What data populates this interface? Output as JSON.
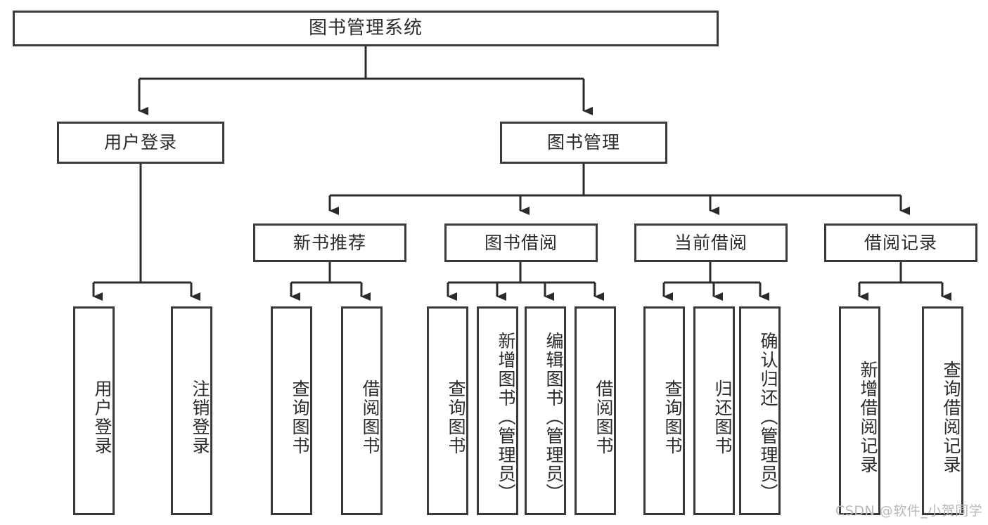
{
  "diagram": {
    "type": "tree",
    "title": "图书管理系统",
    "orientation": "top-down",
    "colors": {
      "box_border": "#3a3a3a",
      "box_fill": "#ffffff",
      "edge": "#2b2b2b",
      "text": "#2b2b2b",
      "watermark": "#b9b9b9",
      "background": "#ffffff"
    },
    "root": {
      "label": "图书管理系统"
    },
    "level2": [
      {
        "label": "用户登录"
      },
      {
        "label": "图书管理"
      }
    ],
    "level3": [
      {
        "label": "新书推荐"
      },
      {
        "label": "图书借阅"
      },
      {
        "label": "当前借阅"
      },
      {
        "label": "借阅记录"
      }
    ],
    "leaves": {
      "user_login": [
        {
          "label": "用户登录"
        },
        {
          "label": "注销登录"
        }
      ],
      "new_book_recommend": [
        {
          "label": "查询图书"
        },
        {
          "label": "借阅图书"
        }
      ],
      "book_borrow": [
        {
          "label": "查询图书"
        },
        {
          "label": "新增图书（管理员）"
        },
        {
          "label": "编辑图书（管理员）"
        },
        {
          "label": "借阅图书"
        }
      ],
      "current_borrow": [
        {
          "label": "查询图书"
        },
        {
          "label": "归还图书"
        },
        {
          "label": "确认归还（管理员）"
        }
      ],
      "borrow_record": [
        {
          "label": "新增借阅记录"
        },
        {
          "label": "查询借阅记录"
        }
      ]
    }
  },
  "watermark": {
    "text": "CSDN @软件_小贺同学"
  }
}
